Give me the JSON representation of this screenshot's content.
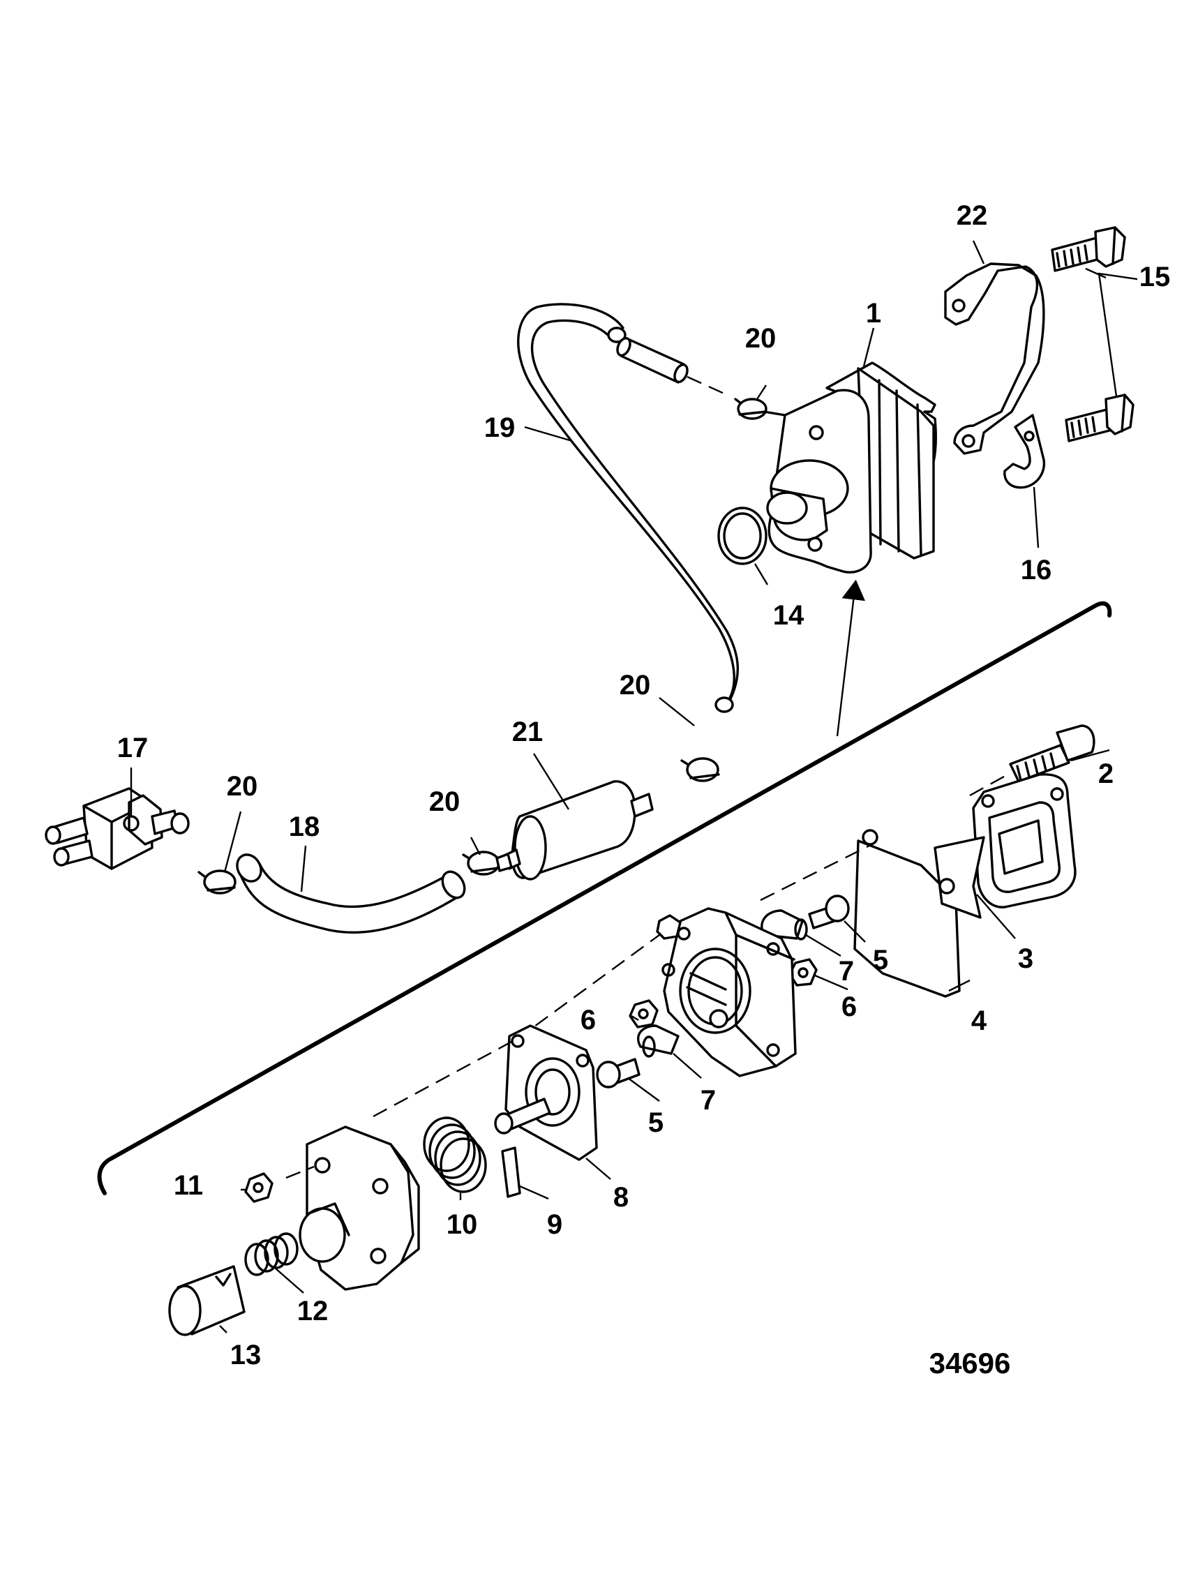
{
  "figure_number": "34696",
  "callouts": [
    "1",
    "2",
    "3",
    "4",
    "5",
    "5",
    "6",
    "6",
    "7",
    "7",
    "8",
    "9",
    "10",
    "11",
    "12",
    "13",
    "14",
    "15",
    "16",
    "17",
    "18",
    "19",
    "20",
    "20",
    "20",
    "20",
    "21",
    "22"
  ]
}
